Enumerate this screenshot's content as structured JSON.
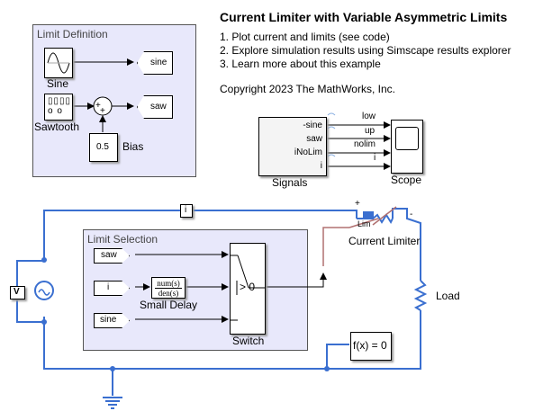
{
  "header": {
    "title": "Current Limiter with Variable Asymmetric Limits",
    "links": [
      "1. Plot current and limits (see code)",
      "2. Explore simulation results using Simscape results explorer",
      "3. Learn more about this example"
    ],
    "copyright": "Copyright 2023 The MathWorks, Inc."
  },
  "limit_definition": {
    "title": "Limit Definition",
    "sine_label": "Sine",
    "sawtooth_label": "Sawtooth",
    "bias_value": "0.5",
    "bias_label": "Bias",
    "goto_sine": "sine",
    "goto_saw": "saw",
    "sum_signs": "++"
  },
  "signals": {
    "label": "Signals",
    "ports": [
      "-sine",
      "saw",
      "iNoLim",
      "i"
    ],
    "wire_labels": [
      "low",
      "up",
      "nolim",
      "i"
    ]
  },
  "scope": {
    "label": "Scope"
  },
  "limit_selection": {
    "title": "Limit Selection",
    "from_saw": "saw",
    "from_i": "i",
    "from_sine": "sine",
    "tf_num": "num(s)",
    "tf_den": "den(s)",
    "delay_label": "Small Delay",
    "switch_label": "Switch",
    "switch_criteria": "> 0"
  },
  "circuit": {
    "current_tag": "i",
    "voltage_tag": "V",
    "current_limiter_label": "Current Limiter",
    "lim_port": "Lim",
    "plus": "+",
    "minus": "-",
    "load_label": "Load",
    "solver_label": "f(x) = 0"
  },
  "colors": {
    "physical": "#3a6fd0",
    "area_bg": "#e8e8fb",
    "ps_signal": "#b07070"
  }
}
